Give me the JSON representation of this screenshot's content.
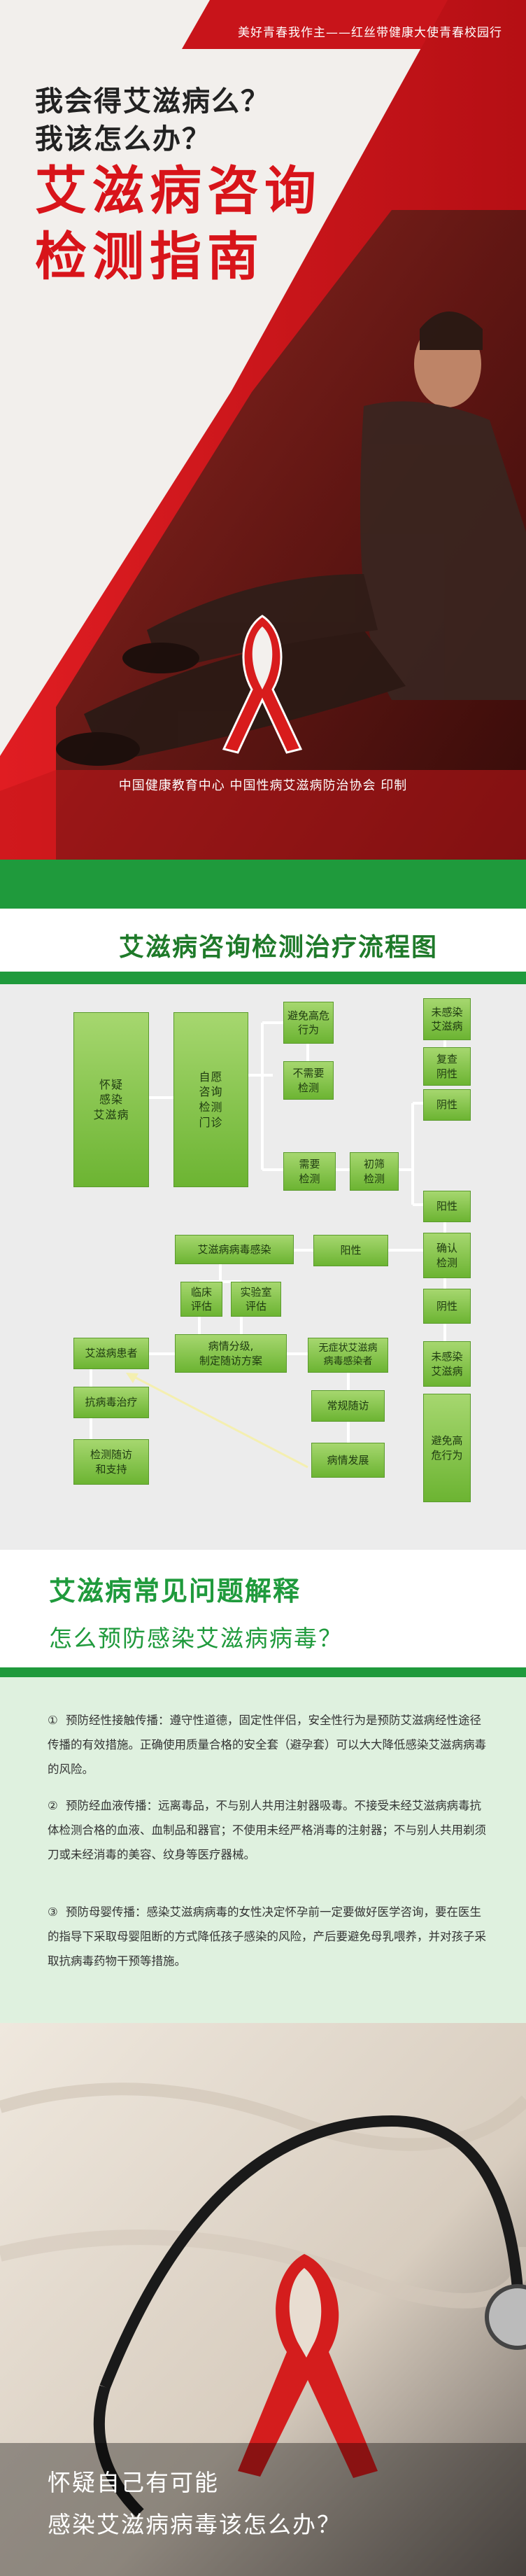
{
  "cover": {
    "slogan": "美好青春我作主——红丝带健康大使青春校园行",
    "question_1": "我会得艾滋病么？",
    "question_2": "我该怎么办？",
    "title_line_1": "艾滋病咨询",
    "title_line_2": "检测指南",
    "printer": "中国健康教育中心  中国性病艾滋病防治协会  印制",
    "colors": {
      "red": "#d8141a",
      "ribbon": "#d81c1c"
    }
  },
  "flowchart": {
    "title": "艾滋病咨询检测治疗流程图",
    "boxes": {
      "suspect": "怀疑\n感染\n艾滋病",
      "clinic": "自愿\n咨询\n检测\n门诊",
      "avoid_risk": "避免高危\n行为",
      "no_test": "不需要\n检测",
      "need_test": "需要\n检测",
      "screening": "初筛\n检测",
      "not_infected_1": "未感染\n艾滋病",
      "retest_negative": "复查\n阴性",
      "negative_1": "阴性",
      "positive_1": "阳性",
      "confirm": "确认\n检测",
      "negative_2": "阴性",
      "positive_2": "阳性",
      "hiv_infected": "艾滋病病毒感染",
      "clinical_eval": "临床\n评估",
      "lab_eval": "实验室\n评估",
      "staging": "病情分级,\n制定随访方案",
      "aids_patient": "艾滋病患者",
      "asymptomatic": "无症状艾滋病\n病毒感染者",
      "arv": "抗病毒治疗",
      "followup": "常规随访",
      "monitor": "检测随访\n和支持",
      "progress": "病情发展",
      "not_infected_2": "未感染\n艾滋病",
      "avoid_risk_2": "避免高\n危行为"
    }
  },
  "faq": {
    "heading": "艾滋病常见问题解释",
    "question": "怎么预防感染艾滋病病毒？",
    "items": [
      {
        "num": "①",
        "text": "预防经性接触传播：遵守性道德，固定性伴侣，安全性行为是预防艾滋病经性途径传播的有效措施。正确使用质量合格的安全套（避孕套）可以大大降低感染艾滋病病毒的风险。"
      },
      {
        "num": "②",
        "text": "预防经血液传播：远离毒品，不与别人共用注射器吸毒。不接受未经艾滋病病毒抗体检测合格的血液、血制品和器官；不使用未经严格消毒的注射器；不与别人共用剃须刀或未经消毒的美容、纹身等医疗器械。"
      },
      {
        "num": "③",
        "text": "预防母婴传播：感染艾滋病病毒的女性决定怀孕前一定要做好医学咨询，要在医生的指导下采取母婴阻断的方式降低孩子感染的风险，产后要避免母乳喂养，并对孩子采取抗病毒药物干预等措施。"
      }
    ]
  },
  "bottom": {
    "question_1": "怀疑自己有可能",
    "question_2": "感染艾滋病病毒该怎么办？"
  }
}
